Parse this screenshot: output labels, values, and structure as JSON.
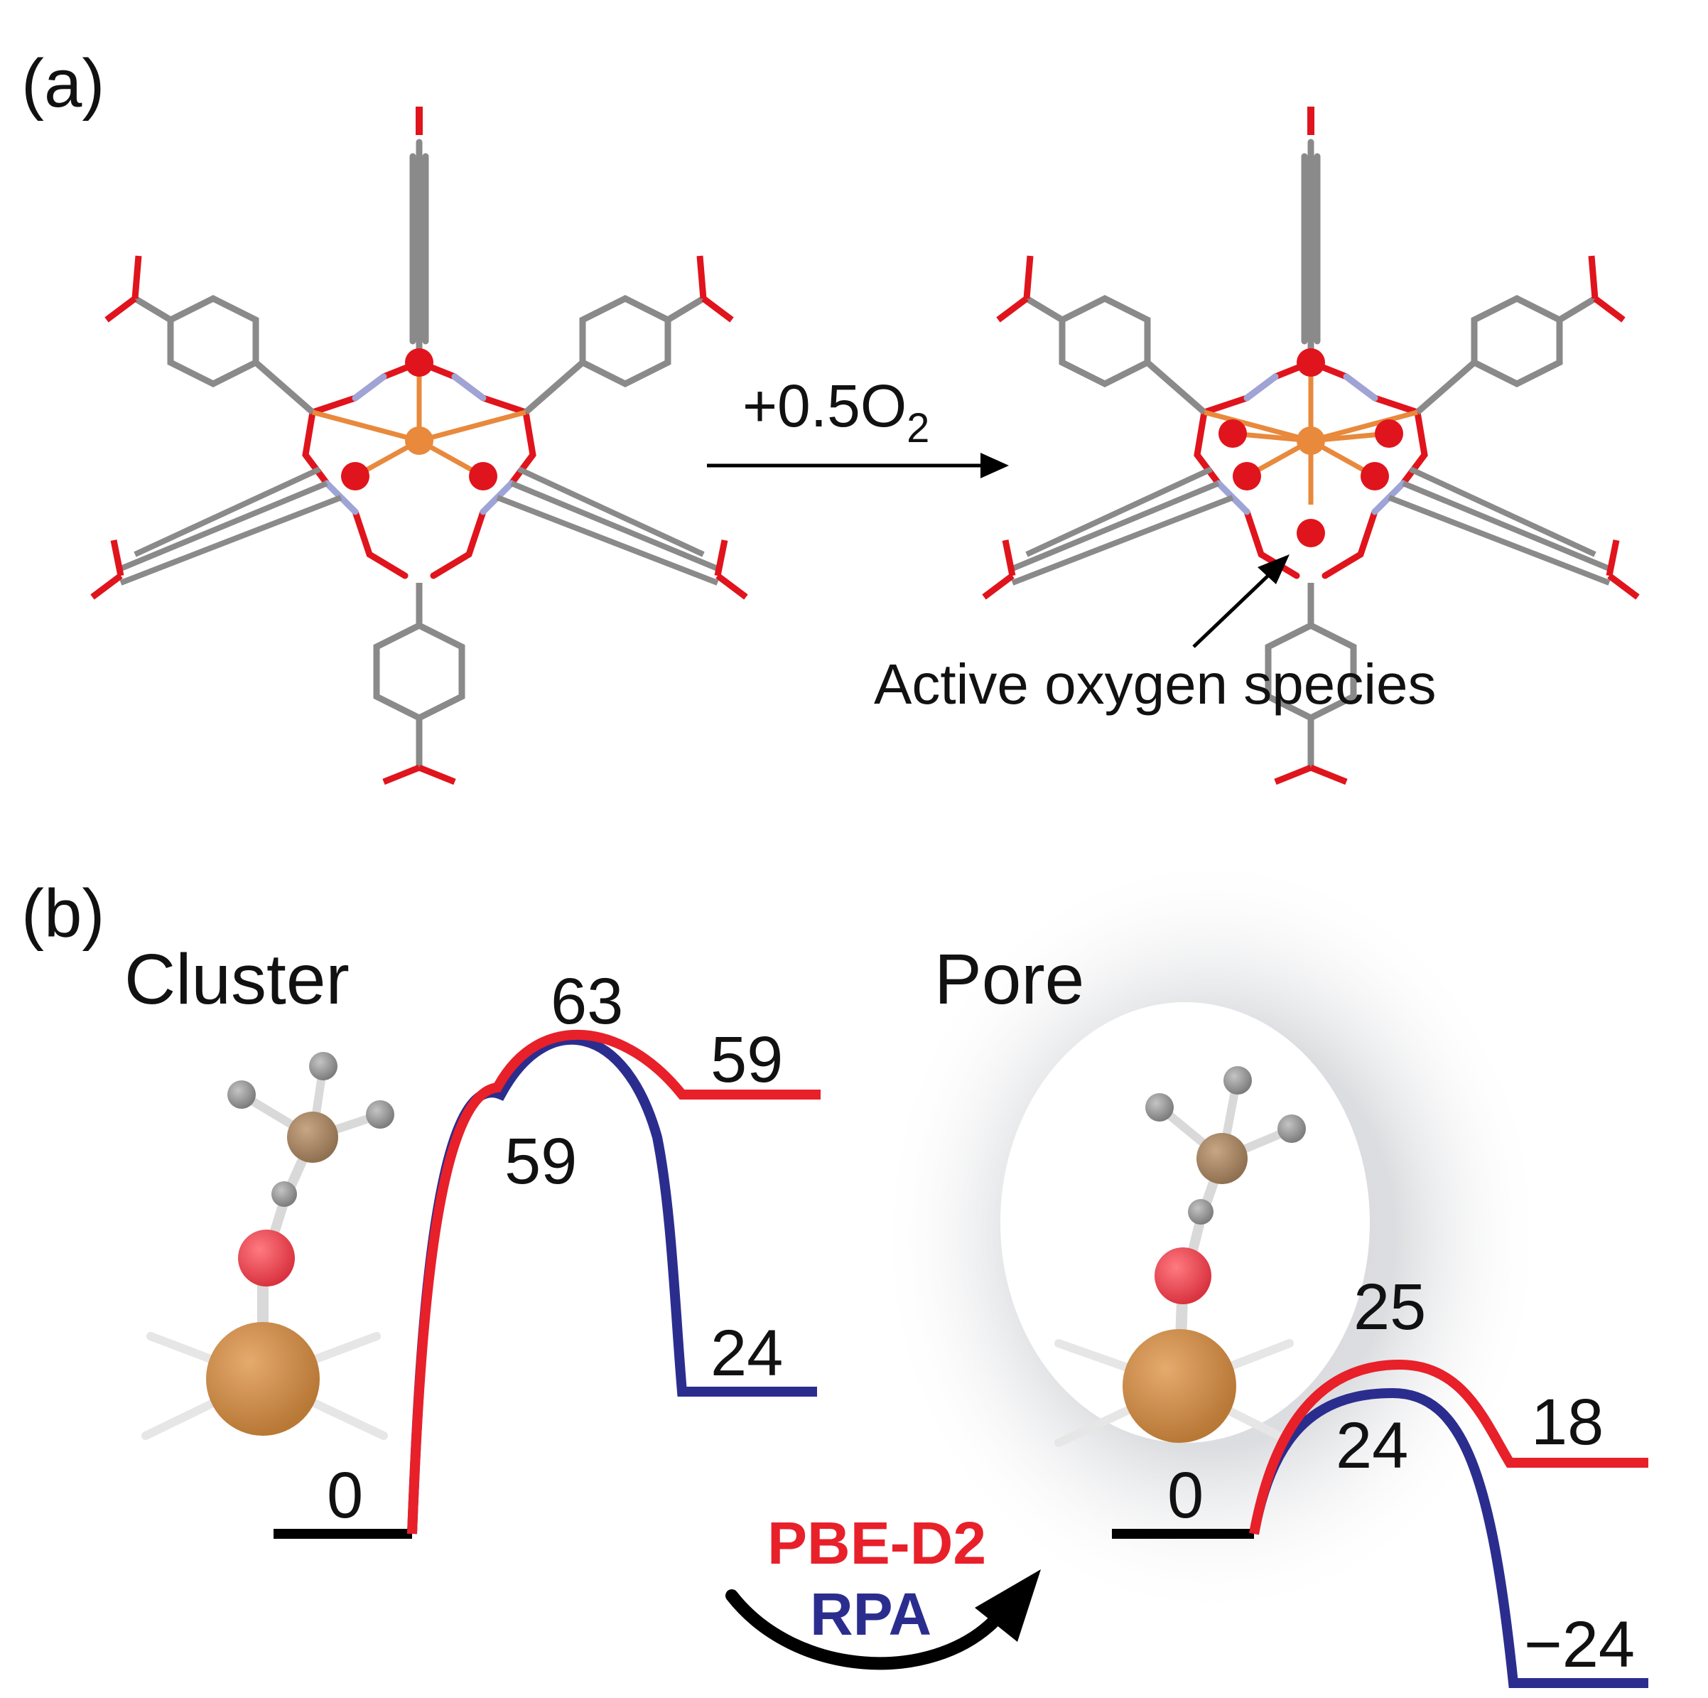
{
  "panel_a": {
    "label": "(a)",
    "reaction_label_main": "+0.5O",
    "reaction_label_sub": "2",
    "annotation": "Active oxygen species"
  },
  "panel_b": {
    "label": "(b)",
    "legend": {
      "pbe_label": "PBE-D2",
      "rpa_label": "RPA",
      "pbe_color": "#e8202a",
      "rpa_color": "#2b2d8e"
    },
    "cluster": {
      "title": "Cluster",
      "initial_label": "0",
      "pbe_ts_label": "63",
      "pbe_final_label": "59",
      "rpa_ts_label": "59",
      "rpa_final_label": "24"
    },
    "pore": {
      "title": "Pore",
      "initial_label": "0",
      "pbe_ts_label": "25",
      "pbe_final_label": "18",
      "rpa_ts_label": "24",
      "rpa_final_label": "−24"
    }
  },
  "colors": {
    "oxygen": "#e0141c",
    "metal": "#e8893c",
    "carbon": "#8a8a8a",
    "nitrogen": "#9ea4d6",
    "hydrogen": "#d9d9d9",
    "metal_ball": "#c98a48",
    "methyl_ball": "#a88867"
  }
}
